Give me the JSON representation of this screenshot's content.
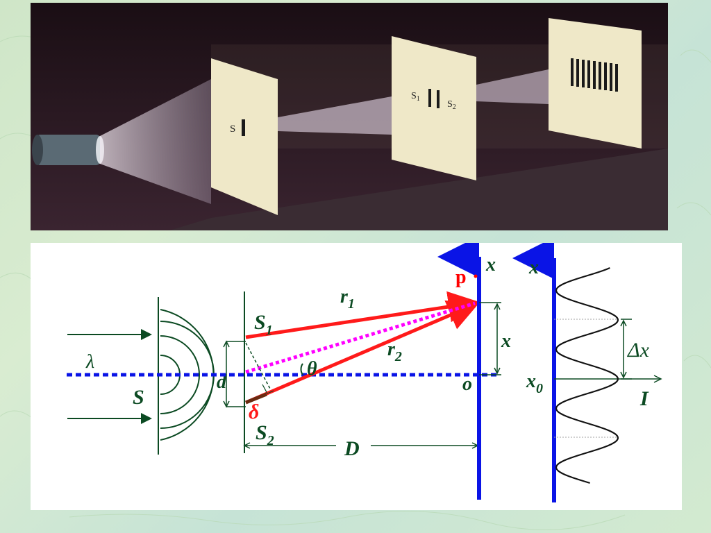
{
  "photo": {
    "slit_s_label": "S",
    "slit_s1_label": "S",
    "slit_s1_sub": "1",
    "slit_s2_label": "S",
    "slit_s2_sub": "2"
  },
  "diagram": {
    "lambda": "λ",
    "source_s": "S",
    "d_label": "d",
    "s1_main": "S",
    "s1_sub": "1",
    "s2_main": "S",
    "s2_sub": "2",
    "delta": "δ",
    "theta": "θ",
    "r1_main": "r",
    "r1_sub": "1",
    "r2_main": "r",
    "r2_sub": "2",
    "D_label": "D",
    "p_label": "p",
    "x_axis_label": "x",
    "x_distance_label": "x",
    "o_label": "o"
  },
  "intensity": {
    "x_axis_label": "x",
    "x0_main": "x",
    "x0_sub": "0",
    "dx_label": "Δx",
    "I_label": "I"
  },
  "colors": {
    "axis_blue": "#0a14e6",
    "ray_red": "#ff1a1a",
    "dash_magenta": "#ff00ff",
    "label_green": "#0b4a22",
    "point_red": "#ff0000"
  }
}
